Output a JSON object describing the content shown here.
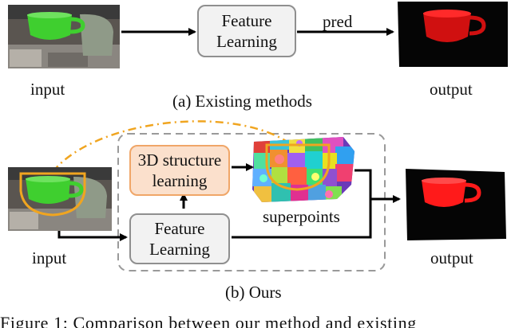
{
  "panel_a": {
    "box_line1": "Feature",
    "box_line2": "Learning",
    "arrow_label": "pred",
    "input_label": "input",
    "output_label": "output",
    "caption": "(a) Existing methods"
  },
  "panel_b": {
    "structure_line1": "3D structure",
    "structure_line2": "learning",
    "feature_line1": "Feature",
    "feature_line2": "Learning",
    "superpoints_label": "superpoints",
    "input_label": "input",
    "output_label": "output",
    "caption": "(b) Ours"
  },
  "figure_caption": "Figure 1: Comparison between our method and existing",
  "colors": {
    "cup_green": "#3fcf2f",
    "prediction_red": "#ff1a1a",
    "highlight_orange": "#f0a520",
    "structure_box_fill": "#fbe0cc",
    "structure_box_border": "#f0a668",
    "feature_box_fill": "#f2f2f2",
    "dashed_border": "#9a9a9a"
  }
}
